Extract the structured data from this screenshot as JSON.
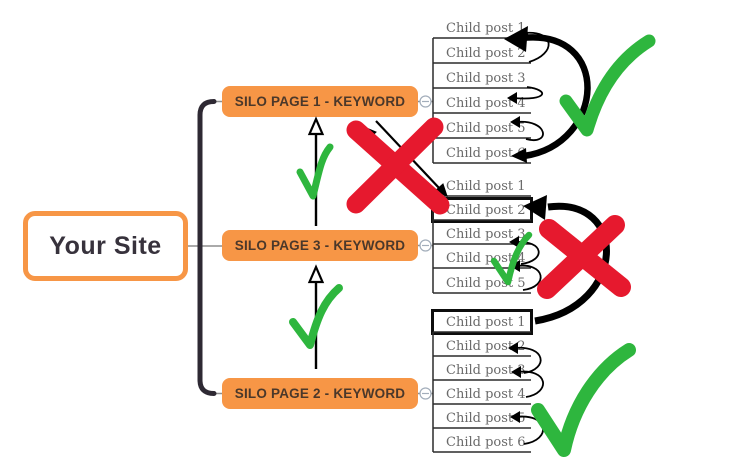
{
  "root": {
    "label": "Your Site"
  },
  "silos": [
    {
      "label": "SILO PAGE 1 - KEYWORD",
      "children": [
        "Child post 1",
        "Child post 2",
        "Child post 3",
        "Child post 4",
        "Child post 5",
        "Child post 6"
      ]
    },
    {
      "label": "SILO PAGE 3 - KEYWORD",
      "children": [
        "Child post 1",
        "Child post 2",
        "Child post 3",
        "Child post 4",
        "Child post 5"
      ],
      "highlighted_child": "Child post 2"
    },
    {
      "label": "SILO PAGE 2 - KEYWORD",
      "children": [
        "Child post 1",
        "Child post 2",
        "Child post 3",
        "Child post 4",
        "Child post 5",
        "Child post 6"
      ],
      "highlighted_child": "Child post 1"
    }
  ],
  "marks": [
    {
      "id": "big-check-top-right",
      "type": "checkmark"
    },
    {
      "id": "big-check-bottom-right",
      "type": "checkmark"
    },
    {
      "id": "check-silo3-to-silo1-arrow",
      "type": "checkmark"
    },
    {
      "id": "check-silo2-to-silo3-arrow",
      "type": "checkmark"
    },
    {
      "id": "check-middle-child-links",
      "type": "checkmark"
    },
    {
      "id": "cross-silo1-to-other-children",
      "type": "x-mark"
    },
    {
      "id": "cross-child-link-between-silos",
      "type": "x-mark"
    }
  ],
  "colors": {
    "accent_orange": "#F79646",
    "good_green": "#2EB63E",
    "bad_red": "#E6192E"
  },
  "icons": {
    "collapse": "minus-circle"
  }
}
